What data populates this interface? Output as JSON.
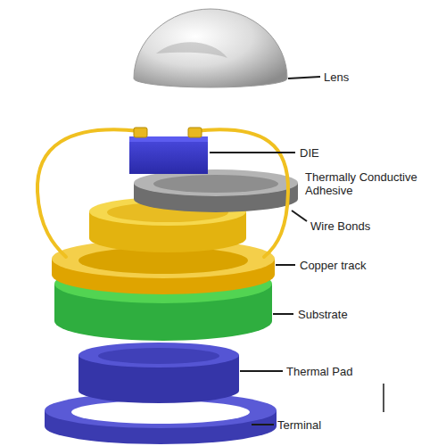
{
  "diagram": {
    "labels": [
      "Lens",
      "DIE",
      "Thermally Conductive Adhesive",
      "Wire Bonds",
      "Copper track",
      "Substrate",
      "Thermal Pad",
      "Terminal"
    ]
  }
}
